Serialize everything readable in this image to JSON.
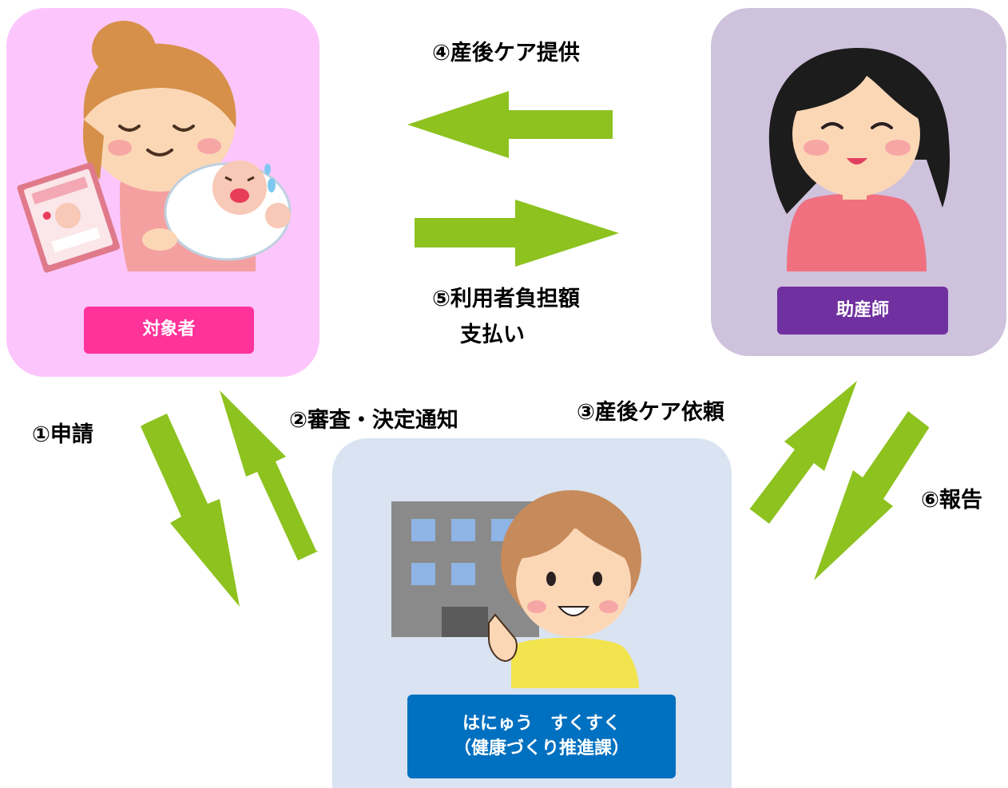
{
  "steps": {
    "apply": "①申請",
    "review": "②審査・決定通知",
    "request": "③産後ケア依頼",
    "care": "④産後ケア提供",
    "payment_line1": "⑤利用者負担額",
    "payment_line2": "支払い",
    "report": "⑥報告"
  },
  "actors": {
    "subject": "対象者",
    "midwife": "助産師",
    "office_line1": "はにゅう　すくすく",
    "office_line2": "（健康づくり推進課）"
  },
  "colors": {
    "arrow": "#8dc21f",
    "subject_panel": "#fcc6fc",
    "subject_tag": "#ff3399",
    "midwife_panel": "#cfc2dd",
    "midwife_tag": "#7030a0",
    "office_panel": "#d9e3f1",
    "office_tag": "#0070c0"
  },
  "icons": [
    "mother-with-baby-icon",
    "maternal-handbook-icon",
    "midwife-icon",
    "office-building-icon",
    "staff-pointing-icon"
  ]
}
